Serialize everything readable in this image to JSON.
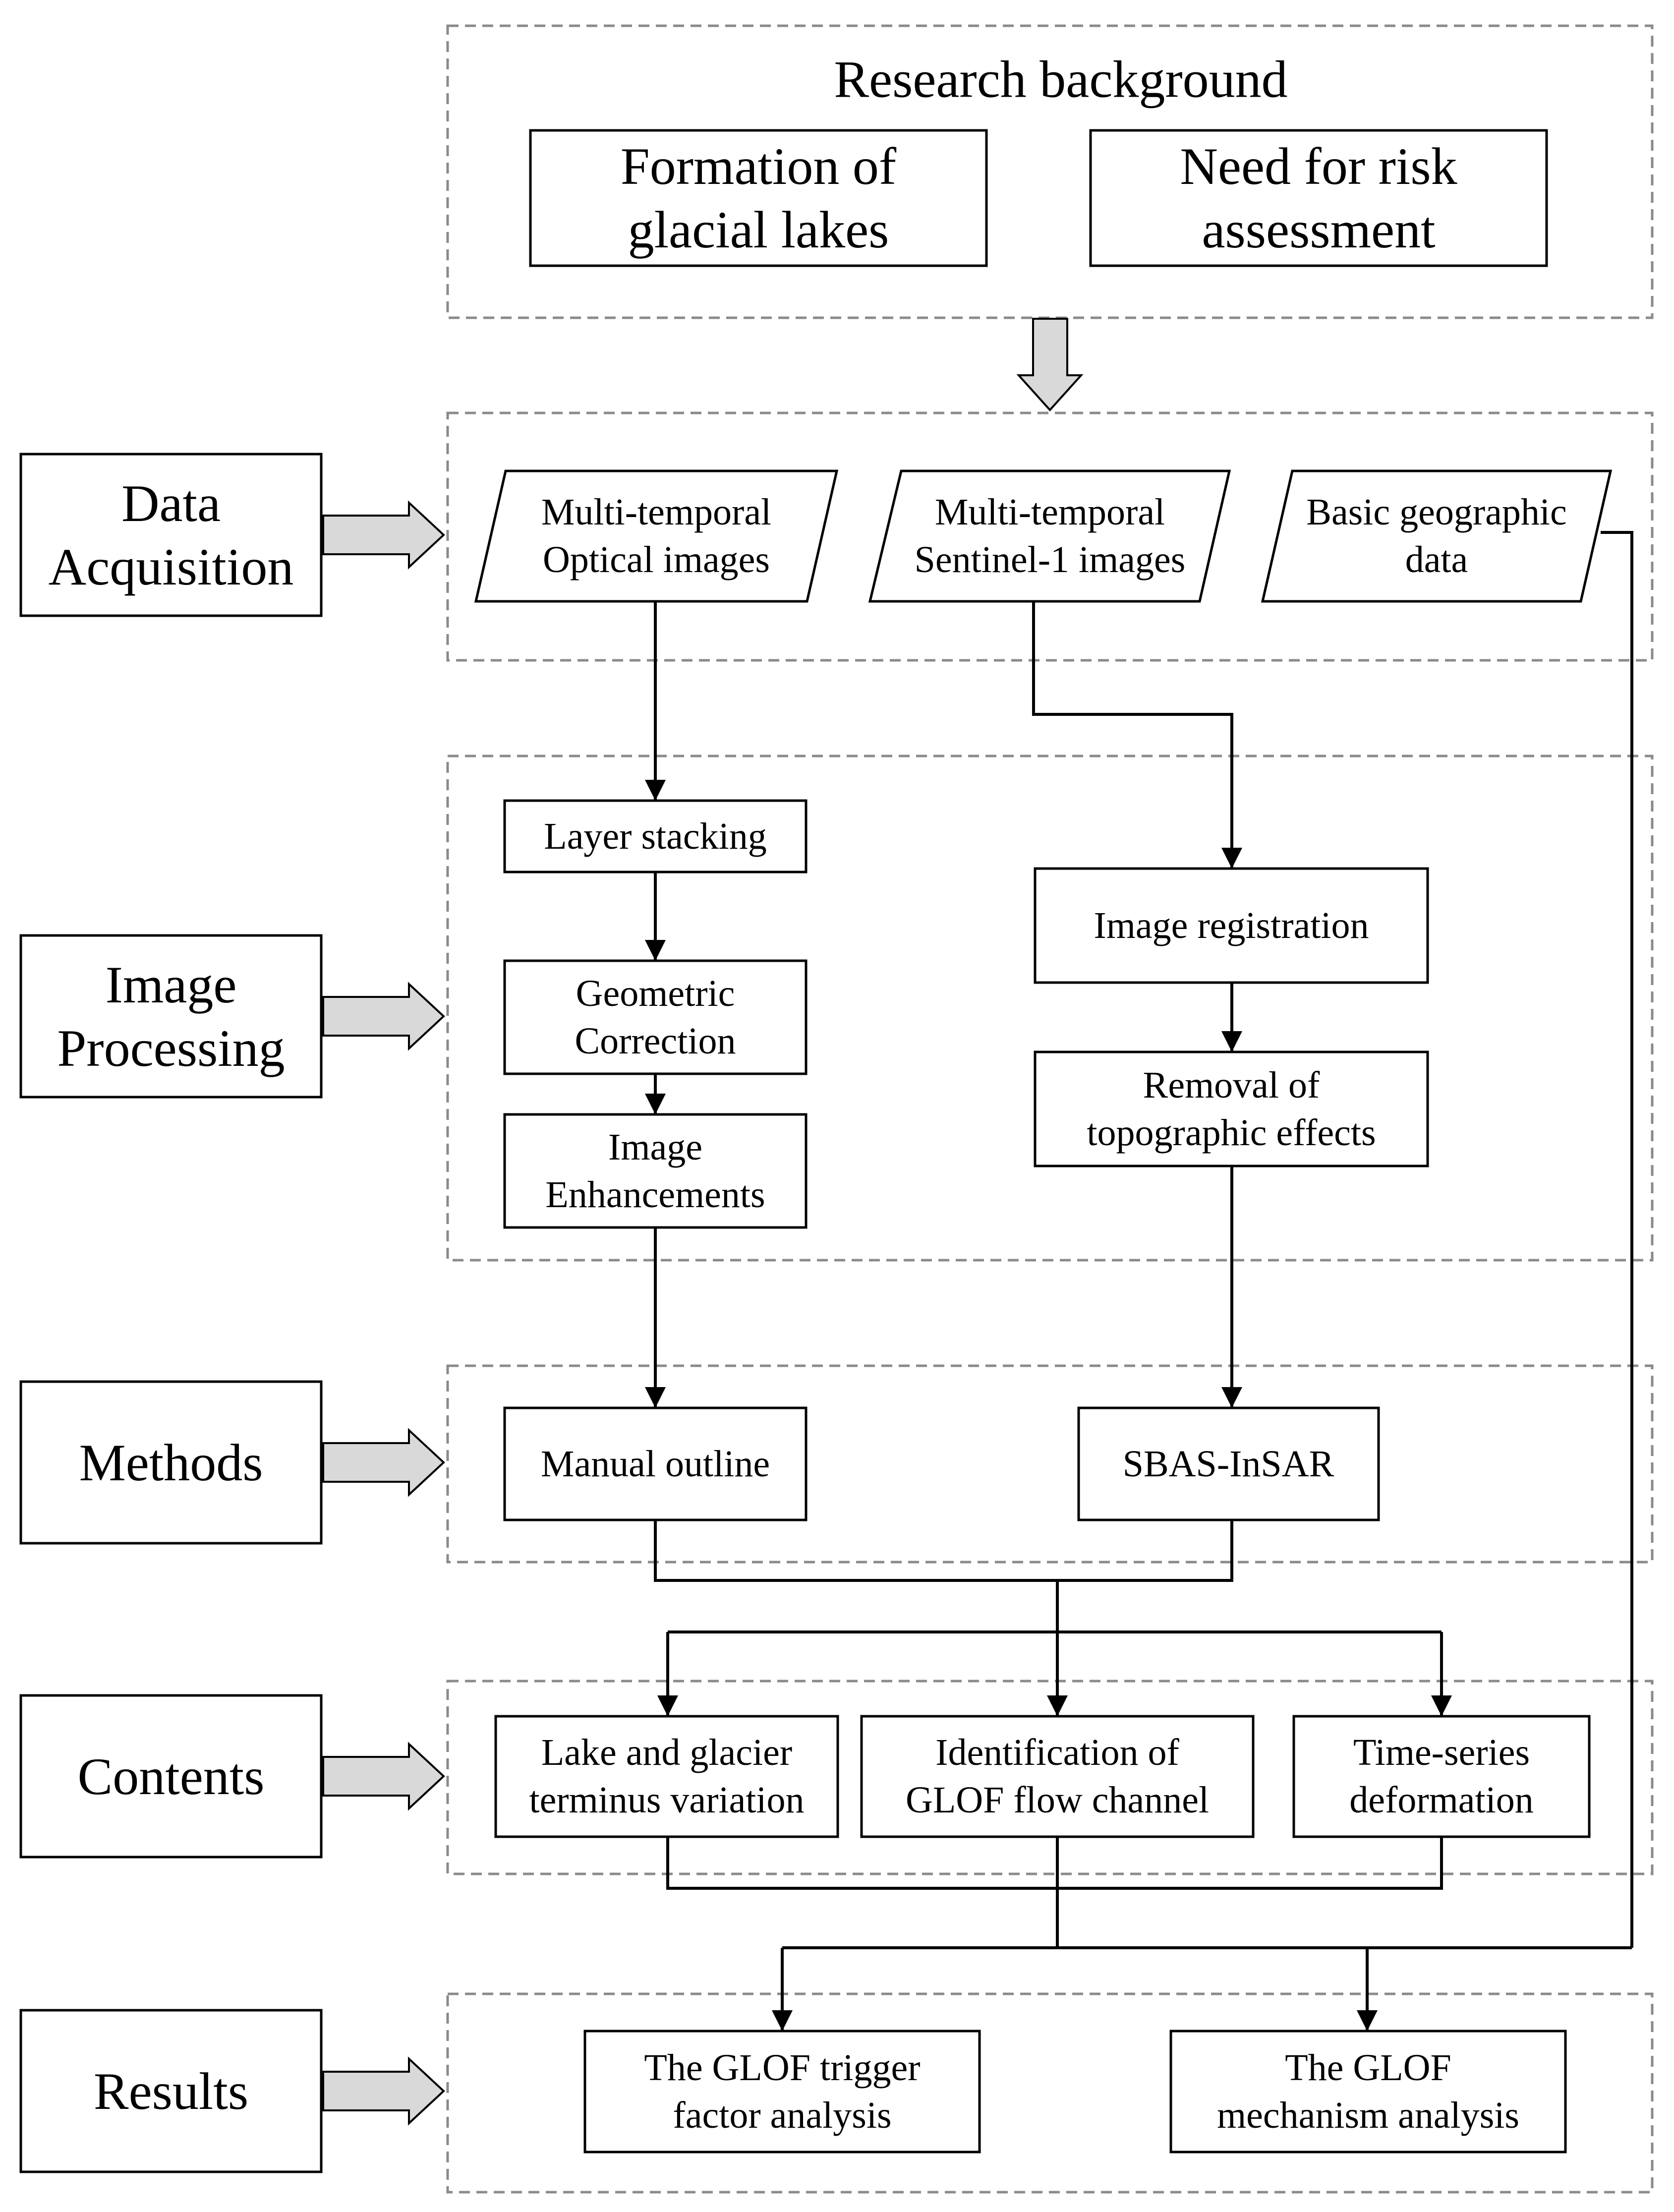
{
  "background": {
    "title": "Research background",
    "items": [
      "Formation of glacial lakes",
      "Need for risk assessment"
    ]
  },
  "stages": {
    "data_acquisition": [
      "Data",
      "Acquisition"
    ],
    "image_processing": [
      "Image",
      "Processing"
    ],
    "methods": [
      "Methods"
    ],
    "contents": [
      "Contents"
    ],
    "results": [
      "Results"
    ]
  },
  "data_acquisition": {
    "optical": [
      "Multi-temporal",
      "Optical images"
    ],
    "sentinel": [
      "Multi-temporal",
      "Sentinel-1 images"
    ],
    "geo": [
      "Basic geographic",
      "data"
    ]
  },
  "image_processing": {
    "layer_stacking": [
      "Layer stacking"
    ],
    "geometric_correction": [
      "Geometric",
      "Correction"
    ],
    "image_enhancements": [
      "Image",
      "Enhancements"
    ],
    "image_registration": [
      "Image registration"
    ],
    "removal_topographic": [
      "Removal of",
      "topographic effects"
    ]
  },
  "methods": {
    "manual_outline": [
      "Manual outline"
    ],
    "sbas_insar": [
      "SBAS-InSAR"
    ]
  },
  "contents": {
    "lake_glacier": [
      "Lake and glacier",
      "terminus variation"
    ],
    "glof_channel": [
      "Identification of",
      "GLOF flow channel"
    ],
    "deformation": [
      "Time-series",
      "deformation"
    ]
  },
  "results": {
    "trigger": [
      "The GLOF trigger",
      "factor analysis"
    ],
    "mechanism": [
      "The GLOF",
      "mechanism analysis"
    ]
  },
  "colors": {
    "line": "#000000",
    "dashed_frame": "#8a8a8a",
    "block_arrow_fill": "#d9d9d9"
  }
}
